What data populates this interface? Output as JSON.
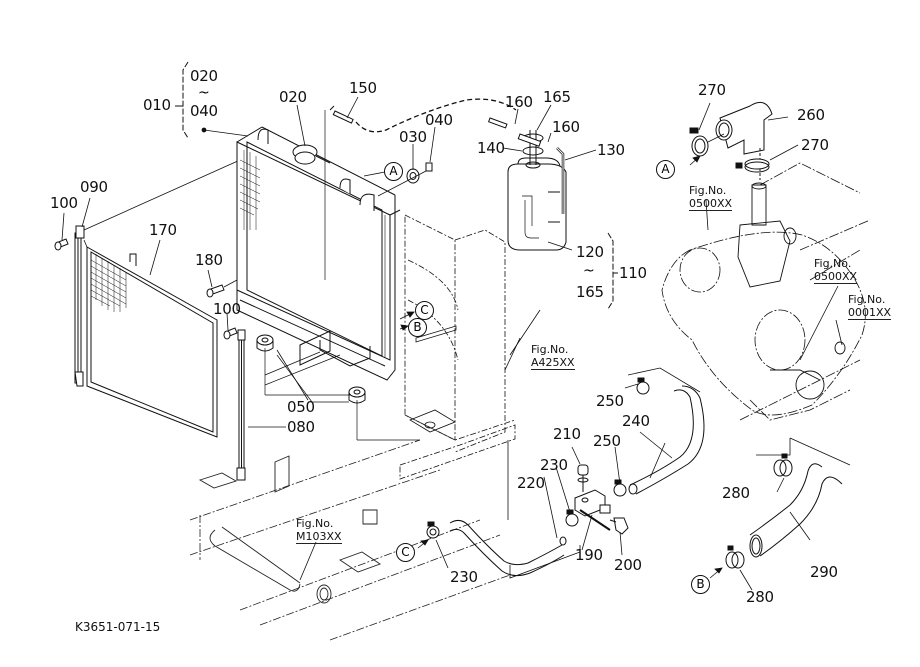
{
  "diagram": {
    "drawing_code": "K3651-071-15",
    "assemblies": [
      {
        "id": "010",
        "range_from": "020",
        "range_to": "040",
        "separator": "~"
      },
      {
        "id": "110",
        "range_from": "120",
        "range_to": "165",
        "separator": "~"
      }
    ],
    "part_labels": [
      {
        "id": "p020",
        "text": "020"
      },
      {
        "id": "p150",
        "text": "150"
      },
      {
        "id": "p030",
        "text": "030"
      },
      {
        "id": "p040",
        "text": "040"
      },
      {
        "id": "p160a",
        "text": "160"
      },
      {
        "id": "p165",
        "text": "165"
      },
      {
        "id": "p160b",
        "text": "160"
      },
      {
        "id": "p140",
        "text": "140"
      },
      {
        "id": "p130",
        "text": "130"
      },
      {
        "id": "p270a",
        "text": "270"
      },
      {
        "id": "p260",
        "text": "260"
      },
      {
        "id": "p270b",
        "text": "270"
      },
      {
        "id": "p100a",
        "text": "100"
      },
      {
        "id": "p090",
        "text": "090"
      },
      {
        "id": "p170",
        "text": "170"
      },
      {
        "id": "p180",
        "text": "180"
      },
      {
        "id": "p100b",
        "text": "100"
      },
      {
        "id": "p050",
        "text": "050"
      },
      {
        "id": "p080",
        "text": "080"
      },
      {
        "id": "p250a",
        "text": "250"
      },
      {
        "id": "p240",
        "text": "240"
      },
      {
        "id": "p210",
        "text": "210"
      },
      {
        "id": "p250b",
        "text": "250"
      },
      {
        "id": "p230a",
        "text": "230"
      },
      {
        "id": "p220",
        "text": "220"
      },
      {
        "id": "p190",
        "text": "190"
      },
      {
        "id": "p200",
        "text": "200"
      },
      {
        "id": "p230b",
        "text": "230"
      },
      {
        "id": "p280a",
        "text": "280"
      },
      {
        "id": "p290",
        "text": "290"
      },
      {
        "id": "p280b",
        "text": "280"
      }
    ],
    "connection_markers": [
      {
        "id": "A1",
        "text": "A"
      },
      {
        "id": "A2",
        "text": "A"
      },
      {
        "id": "B1",
        "text": "B"
      },
      {
        "id": "B2",
        "text": "B"
      },
      {
        "id": "C1",
        "text": "C"
      },
      {
        "id": "C2",
        "text": "C"
      }
    ],
    "figure_refs": [
      {
        "id": "f1",
        "prefix": "Fig.No.",
        "ref": "0500XX"
      },
      {
        "id": "f2",
        "prefix": "Fig.No.",
        "ref": "0500XX"
      },
      {
        "id": "f3",
        "prefix": "Fig.No.",
        "ref": "0001XX"
      },
      {
        "id": "f4",
        "prefix": "Fig.No.",
        "ref": "A425XX"
      },
      {
        "id": "f5",
        "prefix": "Fig.No.",
        "ref": "M103XX"
      }
    ],
    "colors": {
      "ink": "#111111",
      "background": "#ffffff"
    }
  }
}
